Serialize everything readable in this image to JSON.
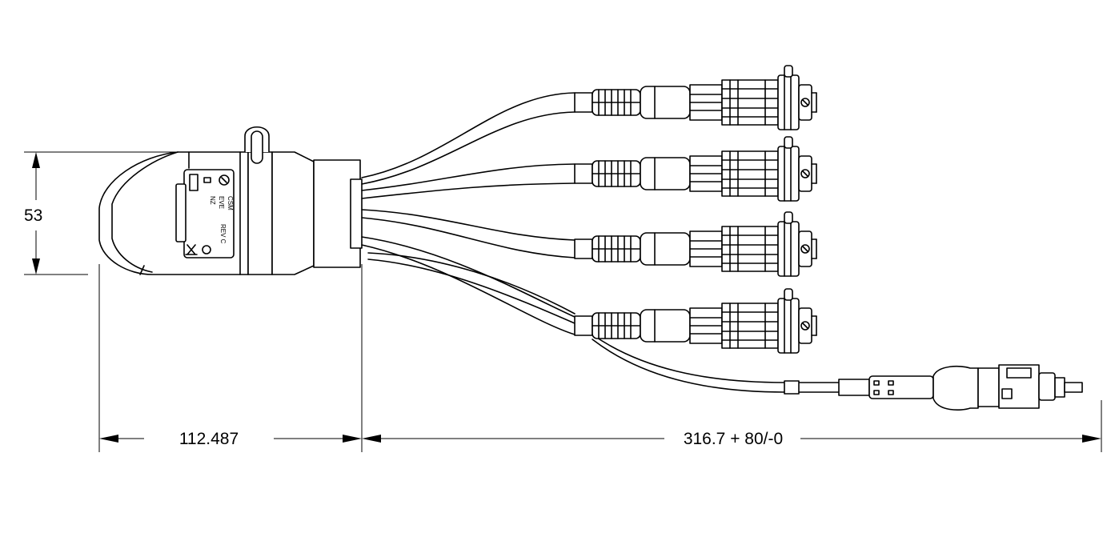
{
  "dimensions": {
    "height_label": "53",
    "body_length_label": "112.487",
    "cable_length_label": "316.7 + 80/-0"
  },
  "label_plate": {
    "line1": "CSM",
    "line2": "EVE",
    "line3": "NZ",
    "rev": "REV C"
  },
  "connector_count": 4,
  "colors": {
    "line": "#000000",
    "background": "#ffffff"
  }
}
